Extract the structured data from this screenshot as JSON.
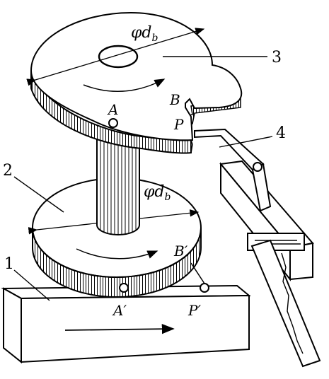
{
  "labels": {
    "part_1": "1",
    "part_2": "2",
    "part_3": "3",
    "part_4": "4",
    "diameter_top": "φd",
    "diameter_top_sub": "b",
    "diameter_bottom": "φd",
    "diameter_bottom_sub": "b",
    "point_A": "A",
    "point_B": "B",
    "point_P": "P",
    "point_A_prime": "A′",
    "point_B_prime": "B′",
    "point_P_prime": "P′"
  }
}
